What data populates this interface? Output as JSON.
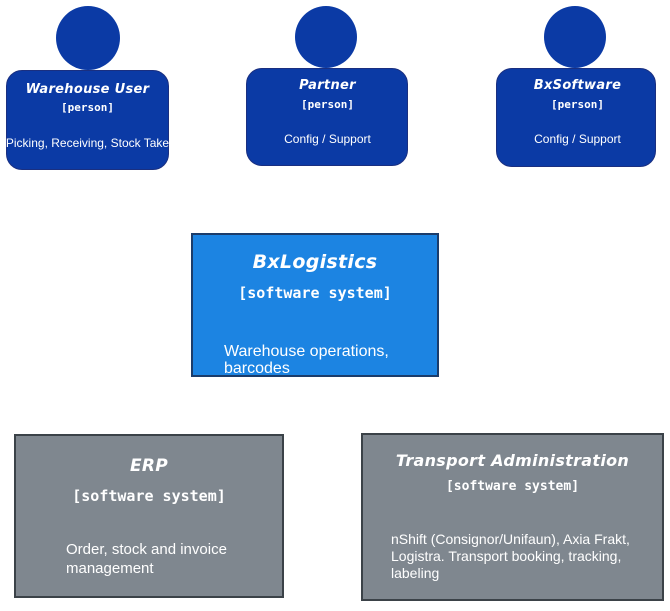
{
  "diagram": {
    "type": "C4 system context",
    "persons": [
      {
        "name": "Warehouse User",
        "tag": "[person]",
        "description": "Picking, Receiving, Stock Take"
      },
      {
        "name": "Partner",
        "tag": "[person]",
        "description": "Config / Support"
      },
      {
        "name": "BxSoftware",
        "tag": "[person]",
        "description": "Config / Support"
      }
    ],
    "system": {
      "name": "BxLogistics",
      "tag": "[software system]",
      "description": "Warehouse operations, barcodes"
    },
    "external_systems": [
      {
        "name": "ERP",
        "tag": "[software system]",
        "description": "Order, stock and invoice management"
      },
      {
        "name": "Transport Administration",
        "tag": "[software system]",
        "description": "nShift (Consignor/Unifaun), Axia Frakt, Logistra. Transport booking, tracking, labeling"
      }
    ],
    "colors": {
      "person": "#0b3aa5",
      "system": "#1c84e2",
      "external_system": "#7f878f",
      "text": "#ffffff"
    }
  }
}
